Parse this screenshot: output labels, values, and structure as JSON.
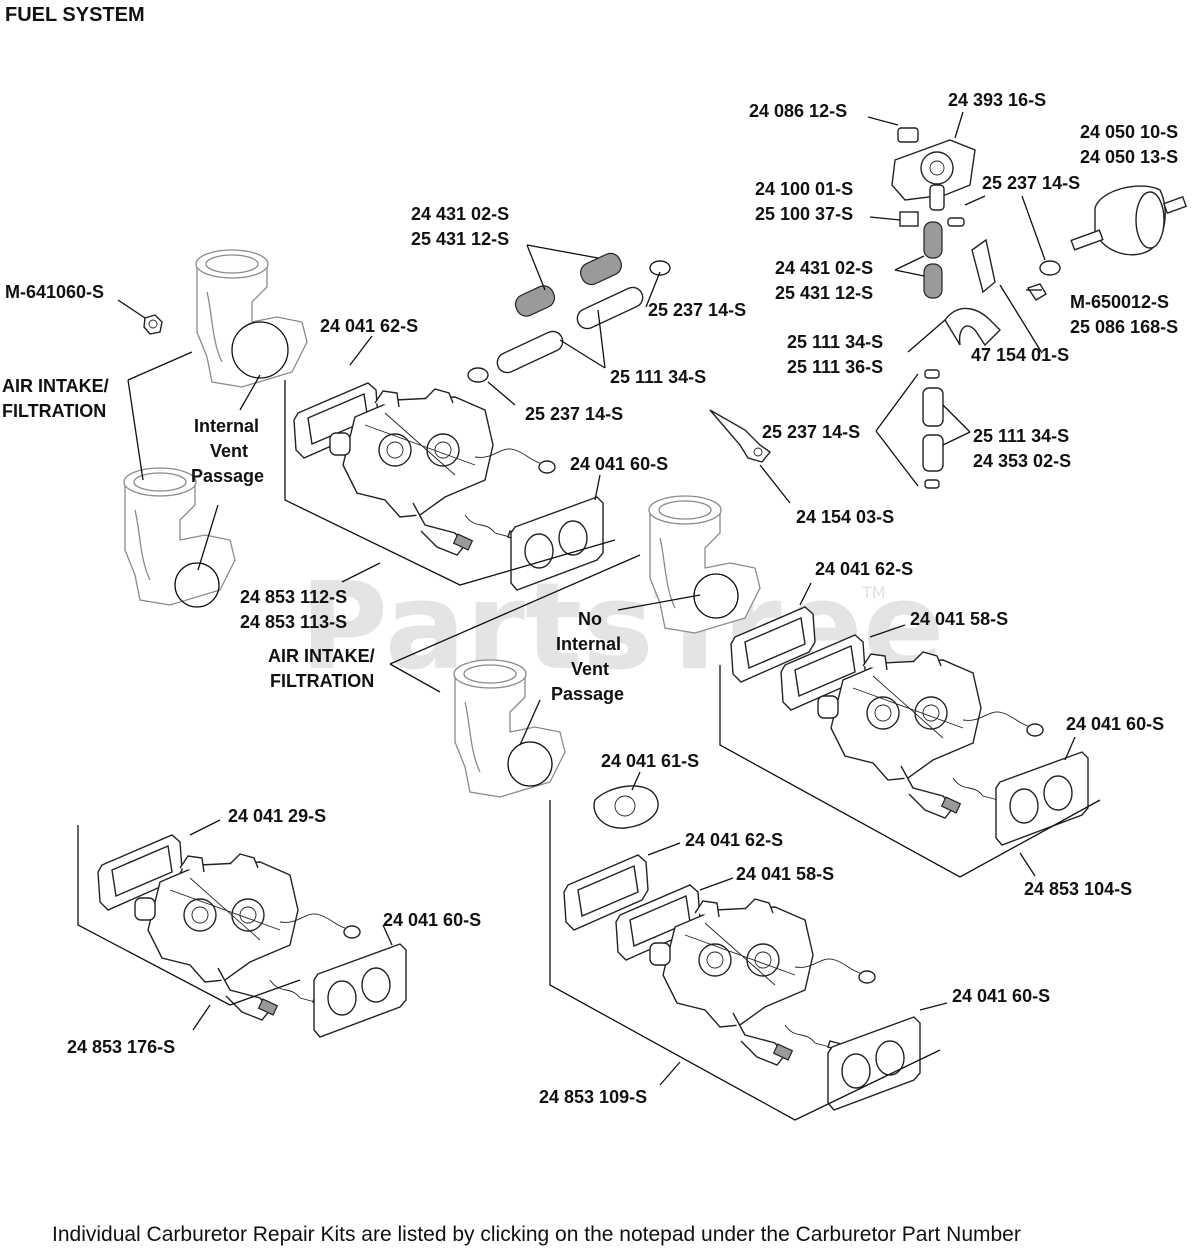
{
  "title": "FUEL SYSTEM",
  "footer": "Individual Carburetor Repair Kits are listed by clicking on the notepad under the Carburetor Part Number",
  "watermark": "PartsTree",
  "watermark_tm": "TM",
  "labels": {
    "p_24_086_12": "24 086 12-S",
    "p_24_393_16": "24 393 16-S",
    "p_24_050_10": "24 050 10-S",
    "p_24_050_13": "24 050 13-S",
    "p_24_100_01": "24 100 01-S",
    "p_25_100_37": "25 100 37-S",
    "p_25_237_14_a": "25 237 14-S",
    "p_24_431_02_a": "24 431 02-S",
    "p_25_431_12_a": "25 431 12-S",
    "p_m_641060": "M-641060-S",
    "p_24_041_62_a": "24 041 62-S",
    "p_25_237_14_b": "25 237 14-S",
    "p_24_431_02_b": "24 431 02-S",
    "p_25_431_12_b": "25 431 12-S",
    "p_m_650012": "M-650012-S",
    "p_25_086_168": "25 086 168-S",
    "p_25_111_34_a": "25 111 34-S",
    "p_25_111_36": "25 111 36-S",
    "p_47_154_01": "47 154 01-S",
    "air_intake_1a": "AIR INTAKE/",
    "air_intake_1b": "FILTRATION",
    "internal_vent_a": "Internal",
    "internal_vent_b": "Vent",
    "internal_vent_c": "Passage",
    "p_25_111_34_b": "25 111 34-S",
    "p_25_237_14_c": "25 237 14-S",
    "p_25_237_14_d": "25 237 14-S",
    "p_25_111_34_c": "25 111 34-S",
    "p_24_353_02": "24 353 02-S",
    "p_24_041_60_a": "24 041 60-S",
    "p_24_154_03": "24 154 03-S",
    "p_24_853_112": "24 853 112-S",
    "p_24_853_113": "24 853 113-S",
    "p_24_041_62_b": "24 041 62-S",
    "no_vent_a": "No",
    "no_vent_b": "Internal",
    "no_vent_c": "Vent",
    "no_vent_d": "Passage",
    "p_24_041_58_a": "24 041 58-S",
    "air_intake_2a": "AIR INTAKE/",
    "air_intake_2b": "FILTRATION",
    "p_24_041_60_b": "24 041 60-S",
    "p_24_041_61": "24 041 61-S",
    "p_24_041_29": "24 041 29-S",
    "p_24_041_62_c": "24 041 62-S",
    "p_24_041_58_b": "24 041 58-S",
    "p_24_853_104": "24 853 104-S",
    "p_24_041_60_c": "24 041 60-S",
    "p_24_041_60_d": "24 041 60-S",
    "p_24_853_176": "24 853 176-S",
    "p_24_853_109": "24 853 109-S"
  }
}
